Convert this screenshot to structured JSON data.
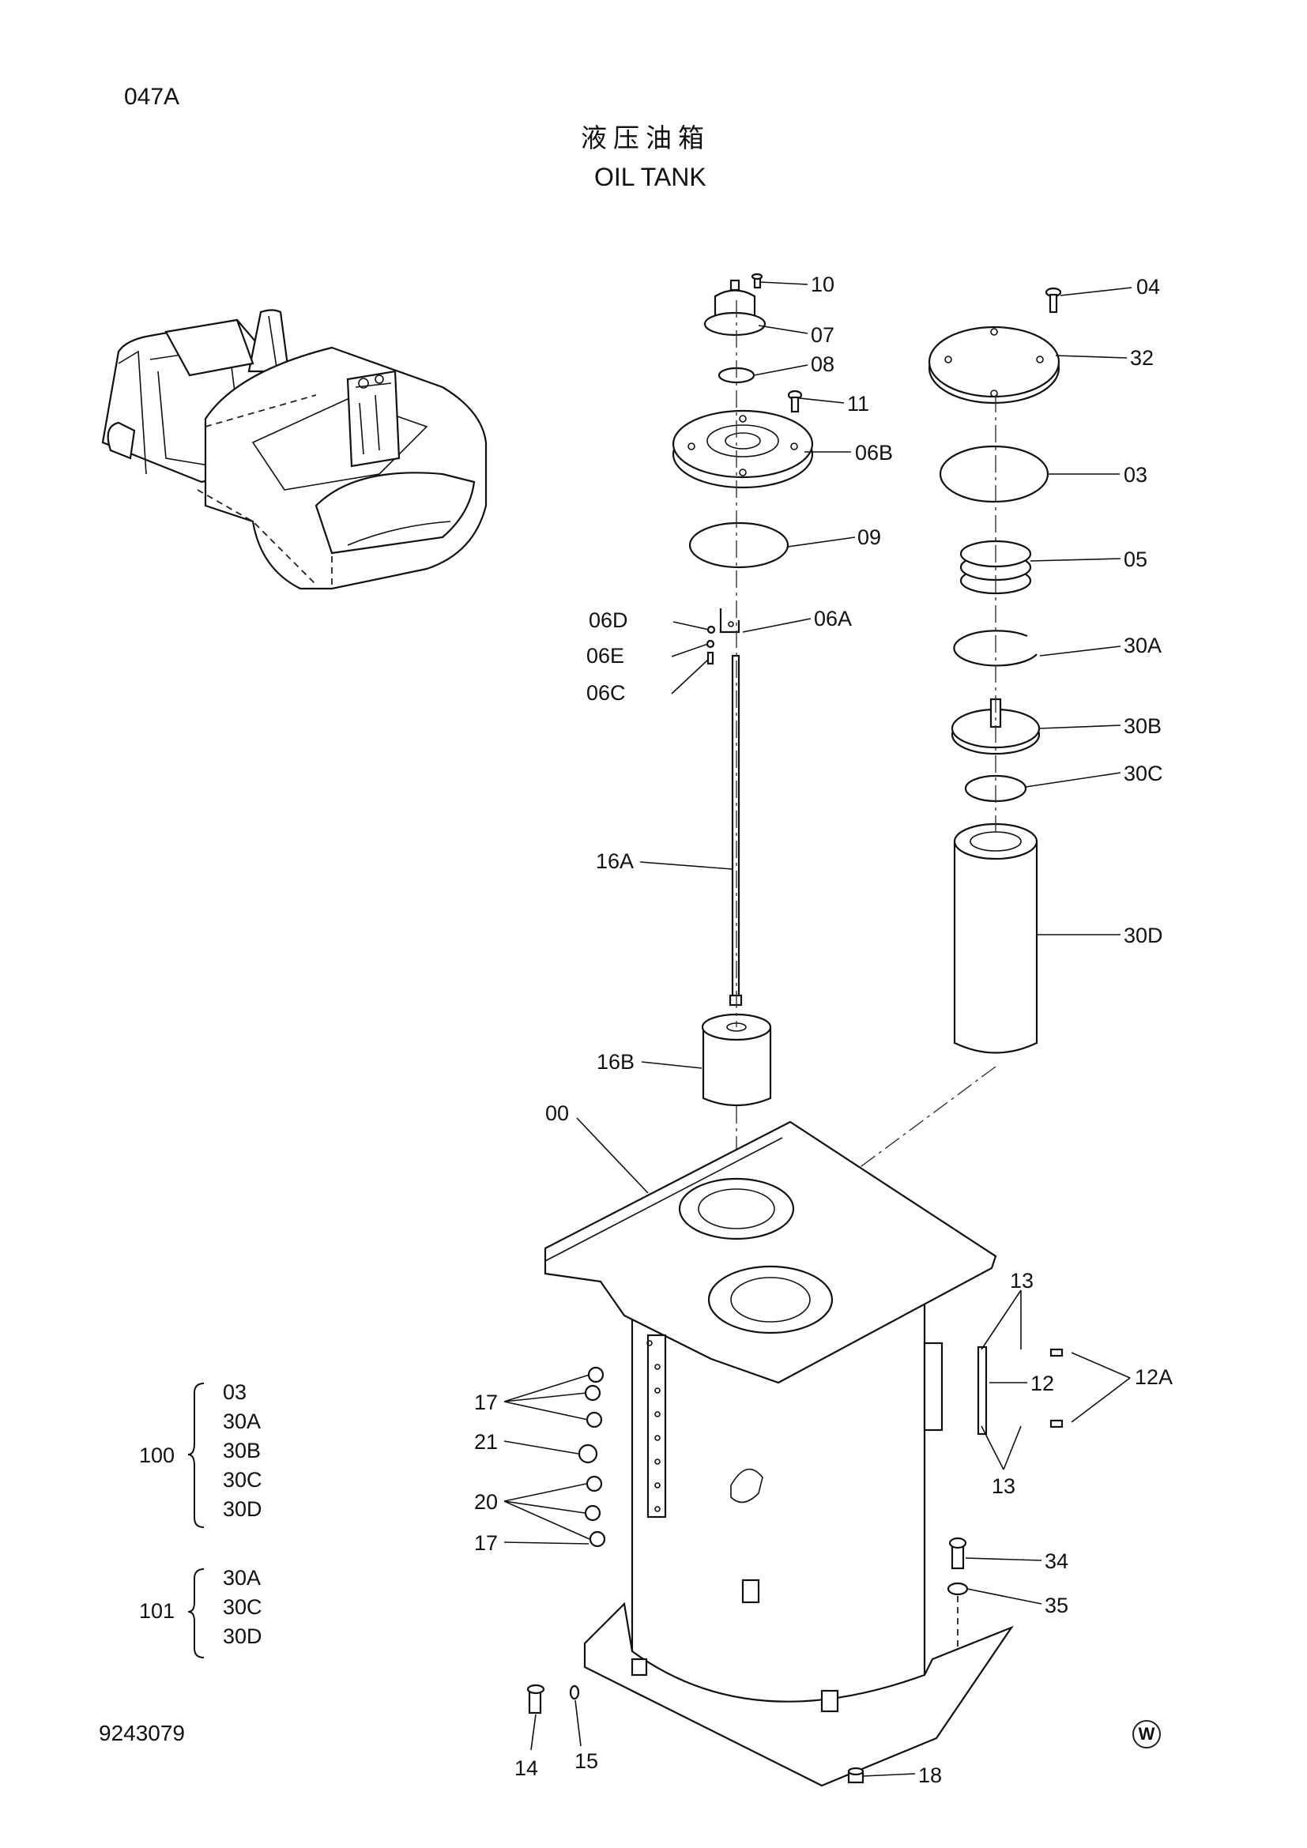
{
  "header": {
    "page_code": "047A",
    "title_cn": "液压油箱",
    "title_en": "OIL TANK"
  },
  "footer": {
    "doc_number": "9243079",
    "watermark_symbol": "W"
  },
  "kits": [
    {
      "id": "100",
      "items": [
        "03",
        "30A",
        "30B",
        "30C",
        "30D"
      ]
    },
    {
      "id": "101",
      "items": [
        "30A",
        "30C",
        "30D"
      ]
    }
  ],
  "callouts": {
    "c10": "10",
    "c07": "07",
    "c08": "08",
    "c11": "11",
    "c06B": "06B",
    "c09": "09",
    "c06D": "06D",
    "c06A": "06A",
    "c06E": "06E",
    "c06C": "06C",
    "c16A": "16A",
    "c16B": "16B",
    "c00": "00",
    "c04": "04",
    "c32": "32",
    "c03": "03",
    "c05": "05",
    "c30A": "30A",
    "c30B": "30B",
    "c30C": "30C",
    "c30D": "30D",
    "c13a": "13",
    "c12": "12",
    "c12A": "12A",
    "c13b": "13",
    "c17a": "17",
    "c21": "21",
    "c20": "20",
    "c17b": "17",
    "c34": "34",
    "c35": "35",
    "c14": "14",
    "c15": "15",
    "c18": "18"
  }
}
